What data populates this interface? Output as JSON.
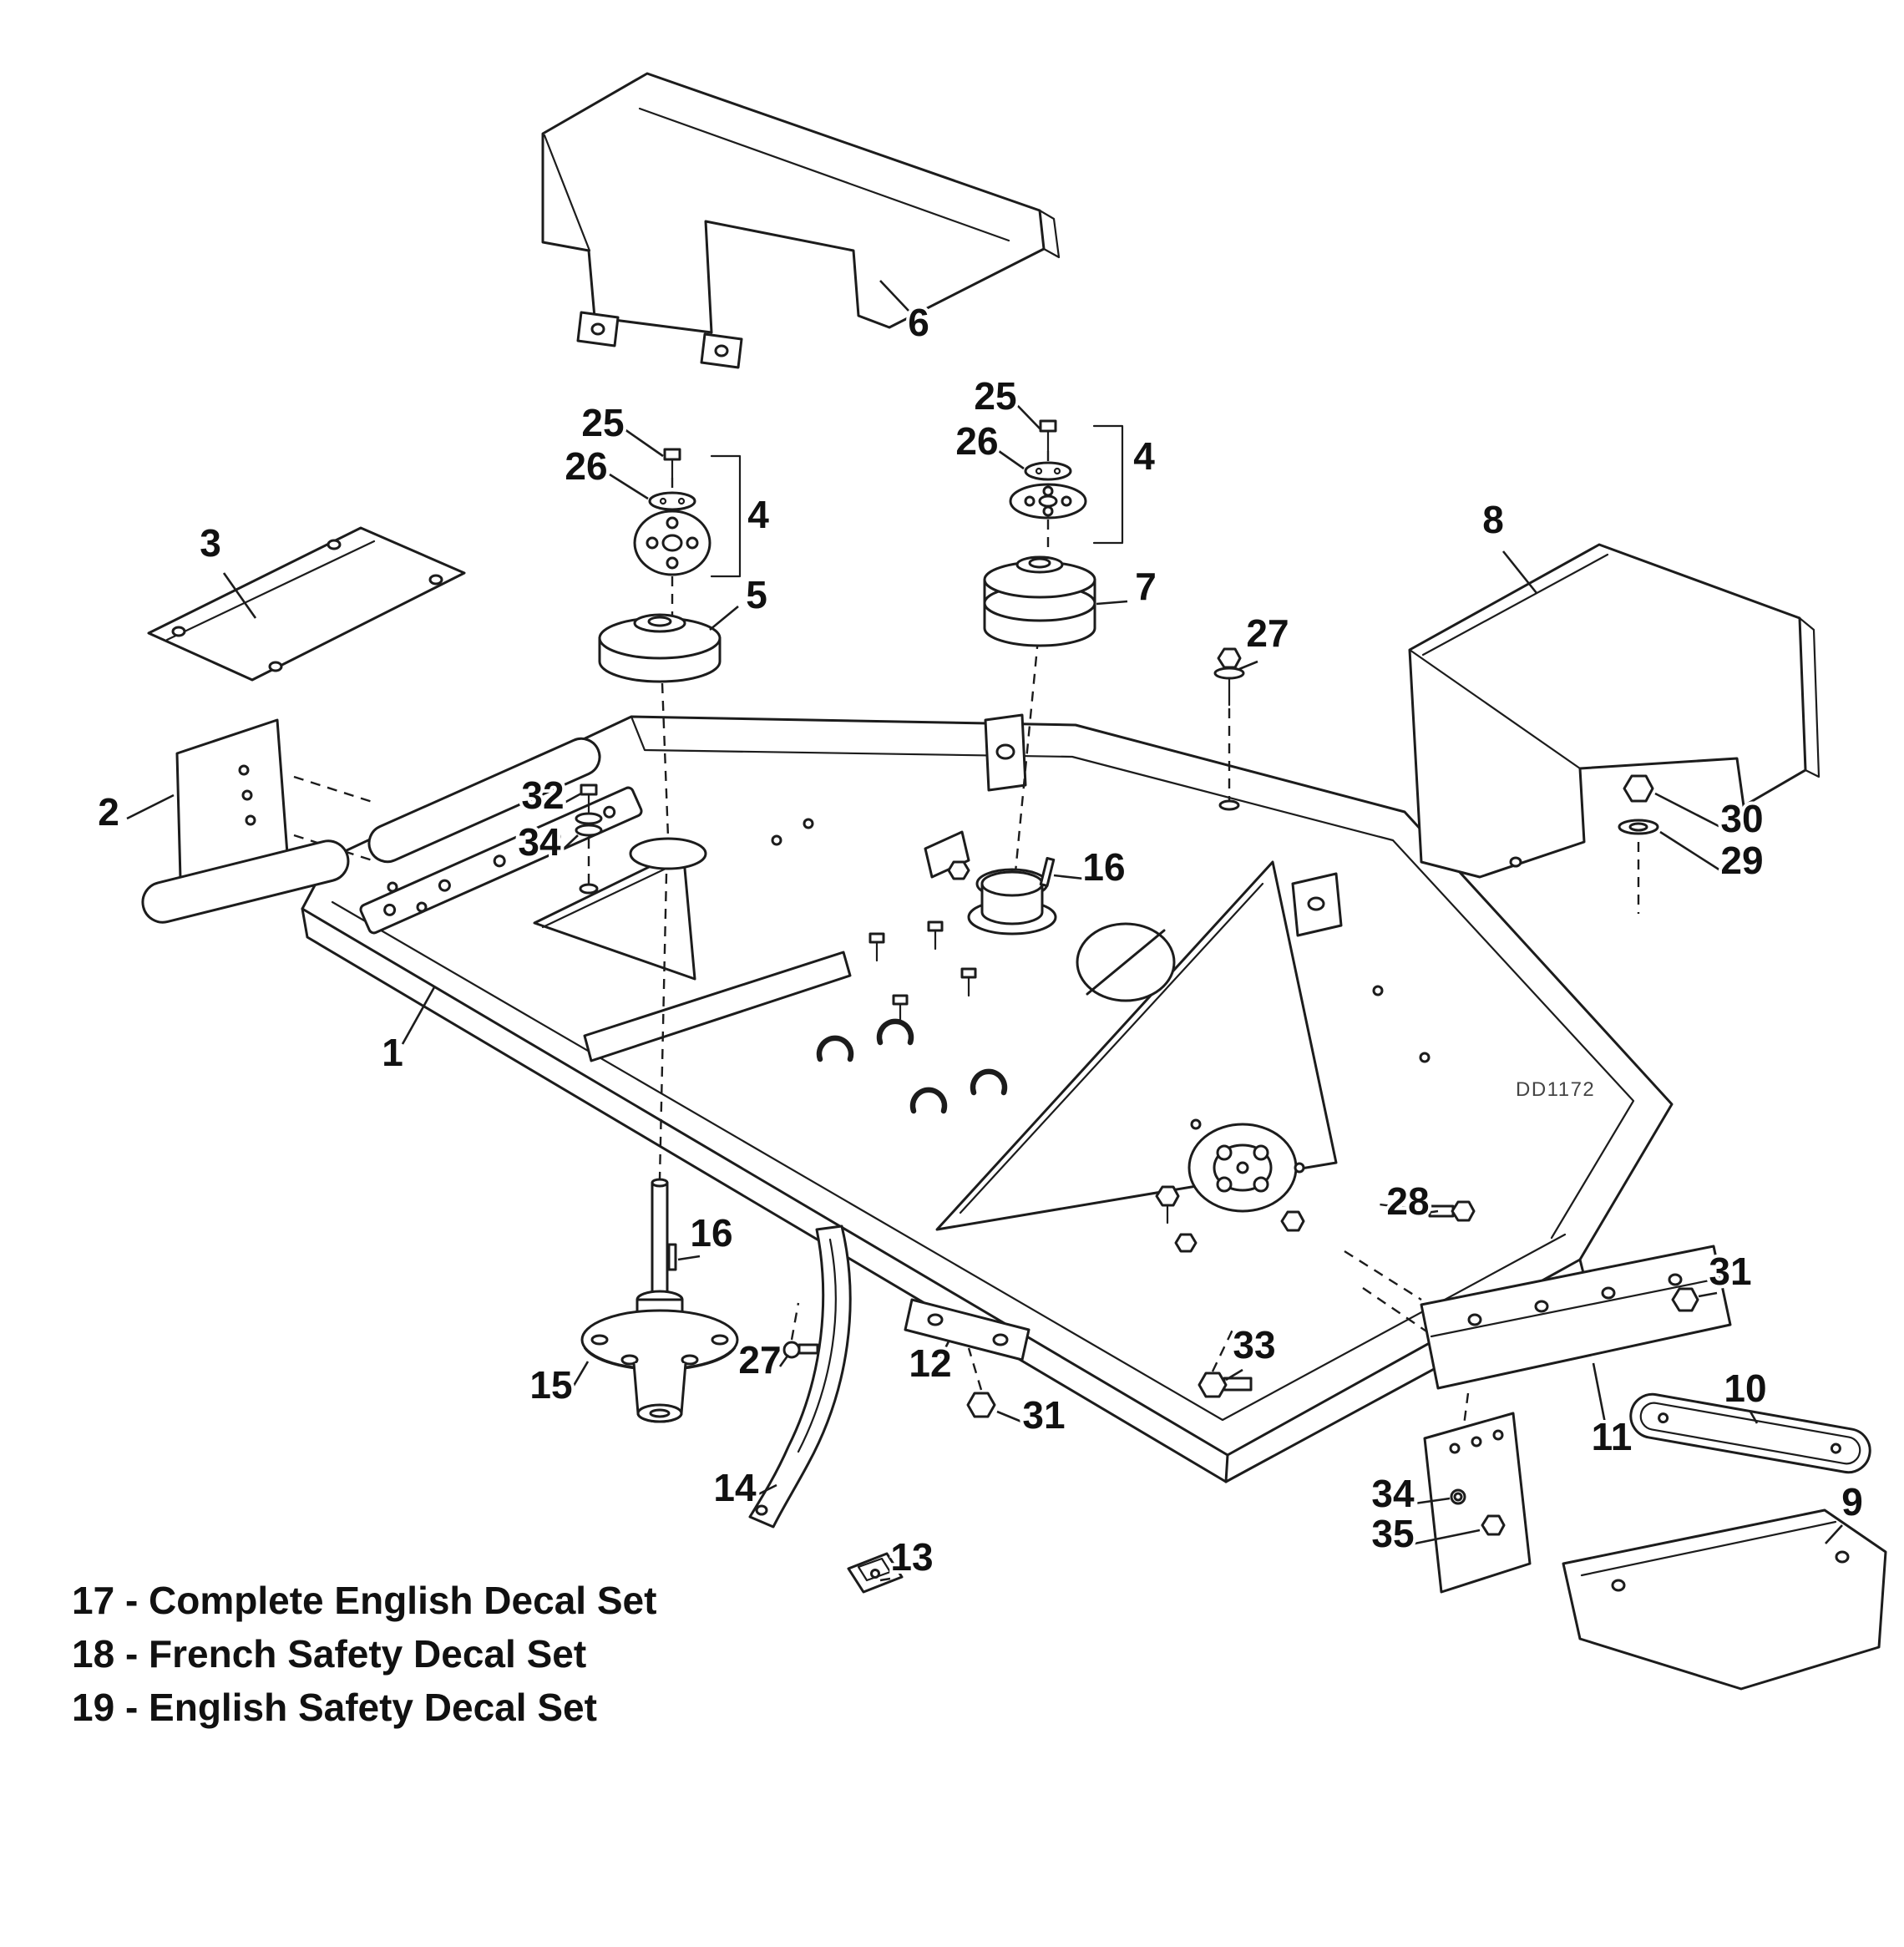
{
  "figure": {
    "drawing_code": "DD1172"
  },
  "colors": {
    "line": "#1c1c1c",
    "background": "#ffffff"
  },
  "callouts": [
    {
      "label": "6"
    },
    {
      "label": "25"
    },
    {
      "label": "26"
    },
    {
      "label": "4"
    },
    {
      "label": "25"
    },
    {
      "label": "26"
    },
    {
      "label": "4"
    },
    {
      "label": "3"
    },
    {
      "label": "8"
    },
    {
      "label": "5"
    },
    {
      "label": "7"
    },
    {
      "label": "27"
    },
    {
      "label": "2"
    },
    {
      "label": "32"
    },
    {
      "label": "34"
    },
    {
      "label": "30"
    },
    {
      "label": "29"
    },
    {
      "label": "16"
    },
    {
      "label": "1"
    },
    {
      "label": "28"
    },
    {
      "label": "16"
    },
    {
      "label": "31"
    },
    {
      "label": "27"
    },
    {
      "label": "12"
    },
    {
      "label": "33"
    },
    {
      "label": "15"
    },
    {
      "label": "31"
    },
    {
      "label": "10"
    },
    {
      "label": "11"
    },
    {
      "label": "14"
    },
    {
      "label": "34"
    },
    {
      "label": "35"
    },
    {
      "label": "13"
    },
    {
      "label": "9"
    }
  ],
  "legend": {
    "items": [
      {
        "text": "17 - Complete English Decal Set"
      },
      {
        "text": "18 - French Safety Decal Set"
      },
      {
        "text": "19 - English Safety Decal Set"
      }
    ]
  }
}
